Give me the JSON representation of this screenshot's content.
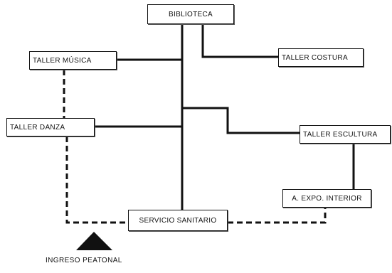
{
  "diagram": {
    "nodes": {
      "biblioteca": "BIBLIOTECA",
      "taller_musica": "TALLER MÚSICA",
      "taller_costura": "TALLER COSTURA",
      "taller_danza": "TALLER DANZA",
      "taller_escultura": "TALLER ESCULTURA",
      "expo_interior": "A. EXPO. INTERIOR",
      "servicio_sanitario": "SERVICIO SANITARIO"
    },
    "entrance": {
      "label": "INGRESO PEATONAL",
      "icon": "triangle-icon"
    },
    "connections": {
      "solid": [
        [
          "biblioteca",
          "servicio_sanitario"
        ],
        [
          "biblioteca",
          "taller_costura"
        ],
        [
          "biblioteca",
          "taller_musica"
        ],
        [
          "biblioteca",
          "taller_danza"
        ],
        [
          "biblioteca",
          "taller_escultura"
        ],
        [
          "taller_escultura",
          "expo_interior"
        ]
      ],
      "dashed": [
        [
          "taller_musica",
          "taller_danza"
        ],
        [
          "taller_danza",
          "servicio_sanitario"
        ],
        [
          "servicio_sanitario",
          "expo_interior"
        ]
      ]
    },
    "colors": {
      "line": "#111111",
      "background": "#ffffff"
    }
  }
}
